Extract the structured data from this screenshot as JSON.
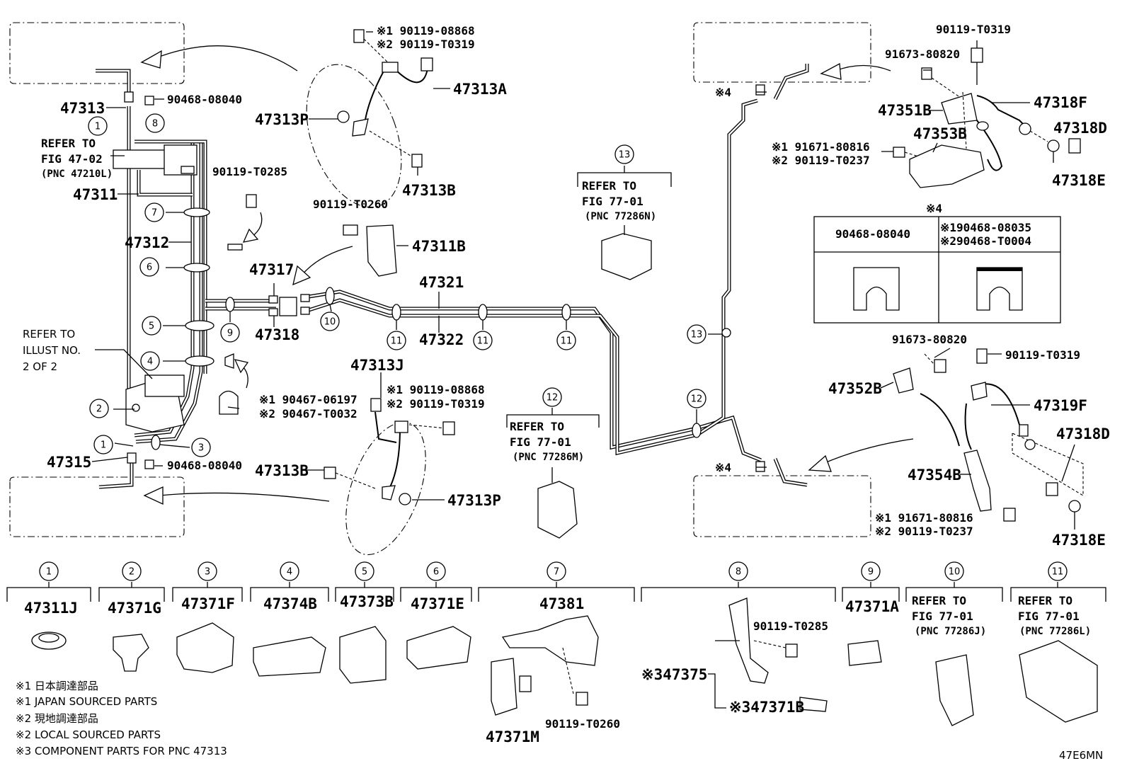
{
  "labels": {
    "l_47313": "47313",
    "l_90468_08040_top": "90468-08040",
    "l_refer_4702_a": "REFER TO",
    "l_refer_4702_b": "FIG 47-02",
    "l_refer_4702_c": "(PNC 47210L)",
    "l_47311": "47311",
    "l_47312": "47312",
    "l_90119_T0285_a": "90119-T0285",
    "l_90119_T0260_a": "90119-T0260",
    "l_47311B": "47311B",
    "l_47317": "47317",
    "l_47318": "47318",
    "l_47321": "47321",
    "l_47322": "47322",
    "l_refer_illust_a": "REFER TO",
    "l_refer_illust_b": "ILLUST NO.",
    "l_refer_illust_c": "2 OF 2",
    "l_90467_06197": "※1 90467-06197",
    "l_90467_T0032": "※2 90467-T0032",
    "l_47315": "47315",
    "l_90468_08040_bot": "90468-08040",
    "l_90119_08868_top": "※1 90119-08868",
    "l_90119_T0319_top": "※2 90119-T0319",
    "l_47313A": "47313A",
    "l_47313P_top": "47313P",
    "l_47313B_top": "47313B",
    "l_47313J": "47313J",
    "l_90119_08868_mid": "※1 90119-08868",
    "l_90119_T0319_mid": "※2 90119-T0319",
    "l_47313B_mid": "47313B",
    "l_47313P_mid": "47313P",
    "l_refer_77286N_a": "REFER TO",
    "l_refer_77286N_b": "FIG 77-01",
    "l_refer_77286N_c": "(PNC 77286N)",
    "l_refer_77286M_a": "REFER TO",
    "l_refer_77286M_b": "FIG 77-01",
    "l_refer_77286M_c": "(PNC 77286M)",
    "l_x4_top": "※4",
    "l_x4_bot": "※4",
    "l_90119_T0319_tr": "90119-T0319",
    "l_91673_80820_tr": "91673-80820",
    "l_47351B": "47351B",
    "l_47318F": "47318F",
    "l_47353B": "47353B",
    "l_47318D_top": "47318D",
    "l_91671_80816_tr": "※1 91671-80816",
    "l_90119_T0237_tr": "※2 90119-T0237",
    "l_47318E_top": "47318E",
    "l_x4_table_title": "※4",
    "l_table_h1": "90468-08040",
    "l_table_h2a": "※190468-08035",
    "l_table_h2b": "※290468-T0004",
    "l_91673_80820_br": "91673-80820",
    "l_90119_T0319_br": "90119-T0319",
    "l_47352B": "47352B",
    "l_47319F": "47319F",
    "l_47318D_bot": "47318D",
    "l_47354B": "47354B",
    "l_91671_80816_br": "※1 91671-80816",
    "l_90119_T0237_br": "※2 90119-T0237",
    "l_47318E_bot": "47318E"
  },
  "callouts": [
    "1",
    "8",
    "7",
    "6",
    "5",
    "4",
    "2",
    "1",
    "3",
    "9",
    "10",
    "11",
    "11",
    "11",
    "13",
    "13",
    "12",
    "12"
  ],
  "bottom_parts": [
    {
      "num": "1",
      "pn": "47311J"
    },
    {
      "num": "2",
      "pn": "47371G"
    },
    {
      "num": "3",
      "pn": "47371F"
    },
    {
      "num": "4",
      "pn": "47374B"
    },
    {
      "num": "5",
      "pn": "47373B"
    },
    {
      "num": "6",
      "pn": "47371E"
    },
    {
      "num": "7",
      "pn": "47381"
    },
    {
      "num": "8",
      "pn": ""
    },
    {
      "num": "9",
      "pn": "47371A"
    },
    {
      "num": "10",
      "pn": ""
    },
    {
      "num": "11",
      "pn": ""
    }
  ],
  "bottom_extra": {
    "p7_bolt": "90119-T0260",
    "p7_clamp": "47371M",
    "p8_bolt": "90119-T0285",
    "p8_bracket": "※347375",
    "p8_clip": "※347371B",
    "p10_a": "REFER TO",
    "p10_b": "FIG 77-01",
    "p10_c": "(PNC 77286J)",
    "p11_a": "REFER TO",
    "p11_b": "FIG 77-01",
    "p11_c": "(PNC 77286L)"
  },
  "notes": [
    "※1 日本調達部品",
    "※1 JAPAN SOURCED PARTS",
    "※2 現地調達部品",
    "※2 LOCAL SOURCED PARTS",
    "※3  COMPONENT PARTS FOR PNC 47313"
  ],
  "diagram_code": "47E6MN"
}
